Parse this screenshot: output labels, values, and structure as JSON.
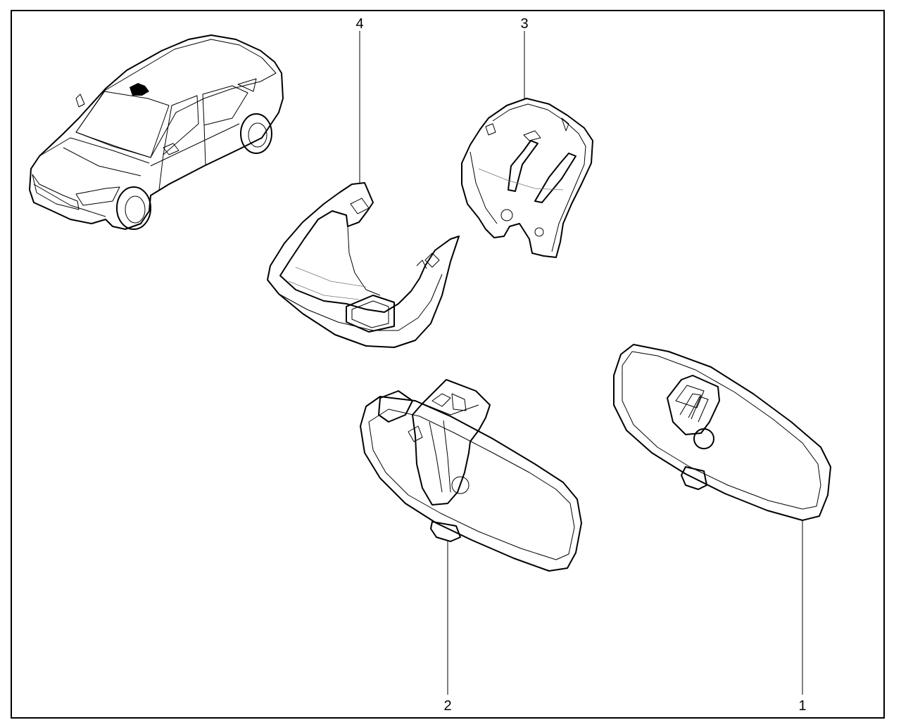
{
  "callouts": [
    {
      "id": "1",
      "label": "1"
    },
    {
      "id": "2",
      "label": "2"
    },
    {
      "id": "3",
      "label": "3"
    },
    {
      "id": "4",
      "label": "4"
    }
  ],
  "parts": [
    {
      "callout": "1",
      "icon": "rear-view-mirror-icon"
    },
    {
      "callout": "2",
      "icon": "rear-view-mirror-with-bracket-icon"
    },
    {
      "callout": "3",
      "icon": "mirror-cover-upper-icon"
    },
    {
      "callout": "4",
      "icon": "mirror-cover-lower-icon"
    }
  ],
  "location_view": {
    "icon": "sedan-car-icon"
  }
}
